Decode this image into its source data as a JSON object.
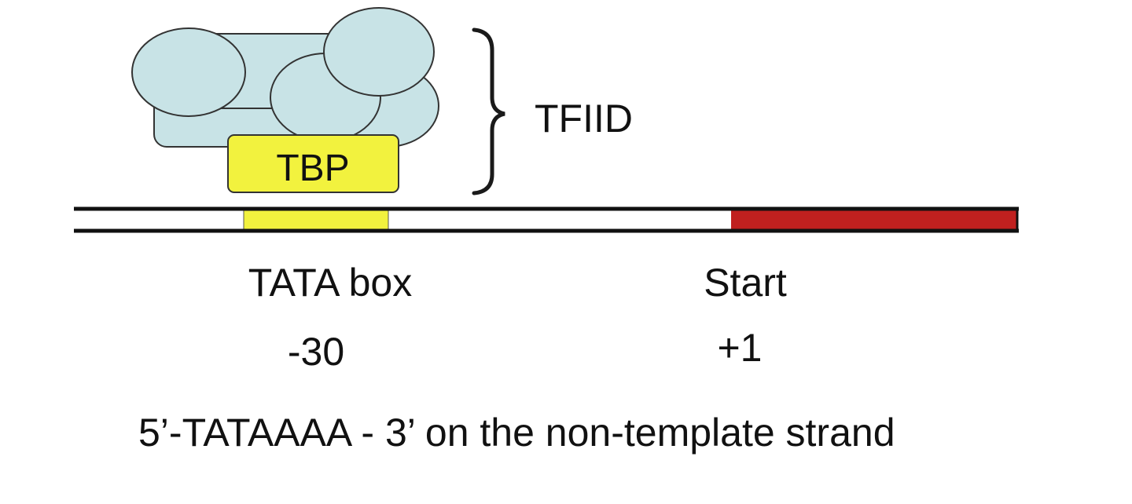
{
  "complex": {
    "name": "TFIID",
    "core_protein": "TBP"
  },
  "dna": {
    "element_label": "TATA box",
    "element_position": "-30",
    "start_label": "Start",
    "start_position": "+1",
    "sequence_caption": "5’-TATAAAA - 3’ on the non-template strand"
  },
  "colors": {
    "tfiid_subunit": "#c8e3e6",
    "tbp": "#f2f23e",
    "tata_region": "#f2f23e",
    "transcribed_region": "#c0201f",
    "outline": "#222222"
  }
}
